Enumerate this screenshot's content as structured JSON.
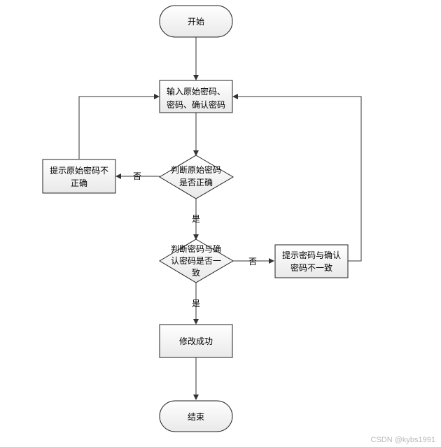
{
  "nodes": {
    "start": {
      "label": "开始"
    },
    "input": {
      "lines": [
        "输入原始密码、",
        "密码、确认密码"
      ]
    },
    "check_original": {
      "lines": [
        "判断原始密码",
        "是否正确"
      ]
    },
    "error_original": {
      "lines": [
        "提示原始密码不",
        "正确"
      ]
    },
    "check_match": {
      "lines": [
        "判断密码与确",
        "认密码是否一",
        "致"
      ]
    },
    "error_mismatch": {
      "lines": [
        "提示密码与确认",
        "密码不一致"
      ]
    },
    "success": {
      "label": "修改成功"
    },
    "end": {
      "label": "结束"
    }
  },
  "edges": {
    "original_no": "否",
    "original_yes": "是",
    "match_no": "否",
    "match_yes": "是"
  },
  "watermark": "CSDN @kybs1991"
}
